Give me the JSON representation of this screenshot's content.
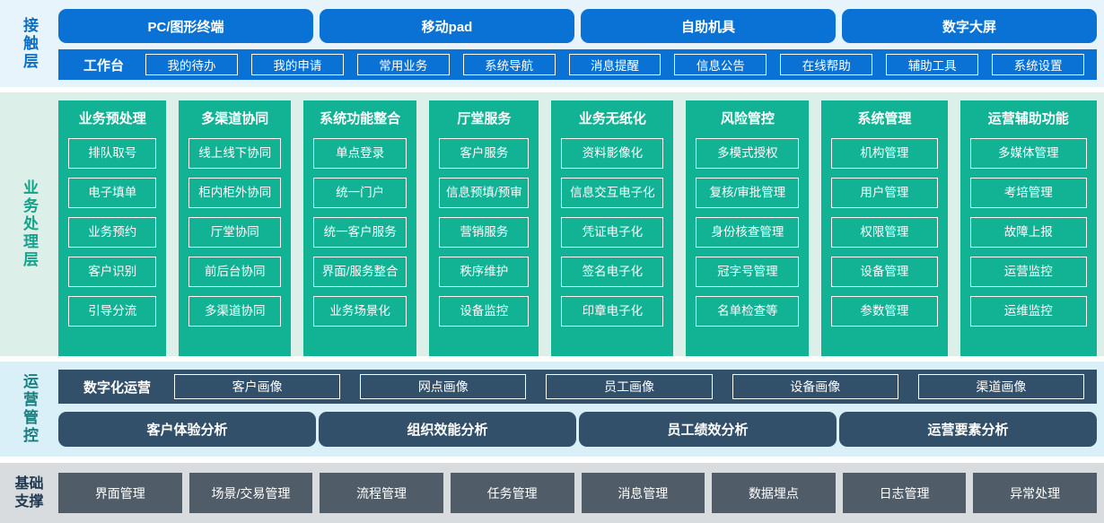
{
  "contact": {
    "label": "接触层",
    "channels": [
      "PC/图形终端",
      "移动pad",
      "自助机具",
      "数字大屏"
    ],
    "workbench": {
      "label": "工作台",
      "items": [
        "我的待办",
        "我的申请",
        "常用业务",
        "系统导航",
        "消息提醒",
        "信息公告",
        "在线帮助",
        "辅助工具",
        "系统设置"
      ]
    }
  },
  "business": {
    "label": "业务处理层",
    "columns": [
      {
        "title": "业务预处理",
        "items": [
          "排队取号",
          "电子填单",
          "业务预约",
          "客户识别",
          "引导分流"
        ]
      },
      {
        "title": "多渠道协同",
        "items": [
          "线上线下协同",
          "柜内柜外协同",
          "厅堂协同",
          "前后台协同",
          "多渠道协同"
        ]
      },
      {
        "title": "系统功能整合",
        "items": [
          "单点登录",
          "统一门户",
          "统一客户服务",
          "界面/服务整合",
          "业务场景化"
        ]
      },
      {
        "title": "厅堂服务",
        "items": [
          "客户服务",
          "信息预填/预审",
          "营销服务",
          "秩序维护",
          "设备监控"
        ]
      },
      {
        "title": "业务无纸化",
        "items": [
          "资料影像化",
          "信息交互电子化",
          "凭证电子化",
          "签名电子化",
          "印章电子化"
        ]
      },
      {
        "title": "风险管控",
        "items": [
          "多模式授权",
          "复核/审批管理",
          "身份核查管理",
          "冠字号管理",
          "名单检查等"
        ]
      },
      {
        "title": "系统管理",
        "items": [
          "机构管理",
          "用户管理",
          "权限管理",
          "设备管理",
          "参数管理"
        ]
      },
      {
        "title": "运营辅助功能",
        "items": [
          "多媒体管理",
          "考培管理",
          "故障上报",
          "运营监控",
          "运维监控"
        ]
      }
    ]
  },
  "operations": {
    "label": "运营管控",
    "digital_ops": {
      "label": "数字化运营",
      "items": [
        "客户画像",
        "网点画像",
        "员工画像",
        "设备画像",
        "渠道画像"
      ]
    },
    "analyses": [
      "客户体验分析",
      "组织效能分析",
      "员工绩效分析",
      "运营要素分析"
    ]
  },
  "foundation": {
    "label": "基础支撑",
    "items": [
      "界面管理",
      "场景/交易管理",
      "流程管理",
      "任务管理",
      "消息管理",
      "数据埋点",
      "日志管理",
      "异常处理"
    ]
  },
  "colors": {
    "blue": "#0a72d4",
    "teal": "#12b295",
    "slate_blue": "#33506b",
    "slate_gray": "#505d68",
    "contact_band_bg": "#e7f4fc",
    "business_band_bg": "#dcefe8",
    "operations_band_bg": "#d9f0f9",
    "foundation_band_bg": "#d9dcde",
    "contact_label_color": "#0b6fc4",
    "business_label_color": "#13a28a",
    "operations_label_color": "#187f80",
    "foundation_label_color": "#203850"
  }
}
